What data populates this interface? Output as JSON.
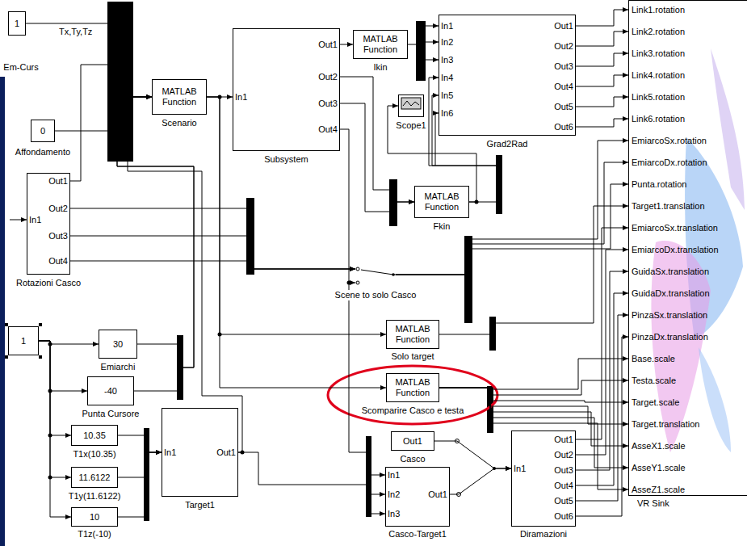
{
  "diagram": {
    "nodes": [
      {
        "text": [
          "1",
          "Em-Curs"
        ]
      },
      {
        "text": [
          "0",
          "Affondamento"
        ]
      },
      {
        "text": [
          "MATLAB Function",
          "Scenario"
        ]
      },
      {
        "text": [
          "In1",
          "Out1",
          "Out2",
          "Out3",
          "Out4",
          "Subsystem"
        ]
      },
      {
        "text": [
          "MATLAB Function",
          "Ikin"
        ]
      },
      {
        "text": [
          "In1",
          "In2",
          "In3",
          "In4",
          "In5",
          "In6",
          "Out1",
          "Out2",
          "Out3",
          "Out4",
          "Out5",
          "Out6",
          "Grad2Rad"
        ]
      },
      {
        "text": [
          "Scope1"
        ]
      },
      {
        "text": [
          "MATLAB Function",
          "Fkin"
        ]
      },
      {
        "text": [
          "In1",
          "Out1",
          "Out2",
          "Out3",
          "Out4",
          "Rotazioni Casco"
        ]
      },
      {
        "text": [
          "Scene to solo Casco"
        ]
      },
      {
        "text": [
          "MATLAB Function",
          "Solo target"
        ]
      },
      {
        "text": [
          "MATLAB Function",
          "Scomparire Casco e testa"
        ]
      },
      {
        "text": [
          "1"
        ]
      },
      {
        "text": [
          "30",
          "Emiarchi"
        ]
      },
      {
        "text": [
          "-40",
          "Punta Cursore"
        ]
      },
      {
        "text": [
          "10.35",
          "T1x(10.35)"
        ]
      },
      {
        "text": [
          "11.6122",
          "T1y(11.6122)"
        ]
      },
      {
        "text": [
          "10",
          "T1z(-10)"
        ]
      },
      {
        "text": [
          "In1",
          "Out1",
          "Target1"
        ]
      },
      {
        "text": [
          "Out1",
          "Casco"
        ]
      },
      {
        "text": [
          "In1",
          "In2",
          "In3",
          "Out1",
          "Casco-Target1"
        ]
      },
      {
        "text": [
          "In1",
          "Out1",
          "Out2",
          "Out3",
          "Out4",
          "Out5",
          "Out6",
          "Diramazioni"
        ]
      },
      {
        "text": [
          "Link1.rotation",
          "Link2.rotation",
          "Link3.rotation",
          "Link4.rotation",
          "Link5.rotation",
          "Link6.rotation",
          "EmiarcoSx.rotation",
          "EmiarcoDx.rotation",
          "Punta.rotation",
          "Target1.translation",
          "EmiarcoSx.translation",
          "EmiarcoDx.translation",
          "GuidaSx.translation",
          "GuidaDx.translation",
          "PinzaSx.translation",
          "PinzaDx.translation",
          "Base.scale",
          "Testa.scale",
          "Target.scale",
          "Target.translation",
          "AsseX1.scale",
          "AsseY1.scale",
          "AsseZ1.scale",
          "VR Sink"
        ]
      }
    ],
    "edges": [
      {
        "from": 0,
        "to": 2,
        "arrow": "to"
      },
      {
        "from": 1,
        "to": 2,
        "arrow": "to"
      },
      {
        "from": 8,
        "to": 2,
        "arrow": "to"
      },
      {
        "from": 13,
        "to": 2,
        "arrow": "to"
      },
      {
        "from": 14,
        "to": 2,
        "arrow": "to"
      },
      {
        "from": 18,
        "to": 2,
        "arrow": "to"
      },
      {
        "from": 2,
        "to": 3,
        "arrow": "to"
      },
      {
        "from": 3,
        "to": 4,
        "arrow": "to"
      },
      {
        "from": 4,
        "to": 5,
        "arrow": "to"
      },
      {
        "from": 3,
        "to": 7,
        "arrow": "to"
      },
      {
        "from": 3,
        "to": 7,
        "arrow": "to"
      },
      {
        "from": 7,
        "to": 5,
        "arrow": "to"
      },
      {
        "from": 7,
        "to": 6,
        "arrow": "to"
      },
      {
        "from": 8,
        "to": 9,
        "arrow": "to"
      },
      {
        "from": 8,
        "to": 9,
        "arrow": "to"
      },
      {
        "from": 8,
        "to": 9,
        "arrow": "to"
      },
      {
        "from": 12,
        "to": 13,
        "arrow": "to"
      },
      {
        "from": 12,
        "to": 14,
        "arrow": "to"
      },
      {
        "from": 12,
        "to": 15,
        "arrow": "to"
      },
      {
        "from": 12,
        "to": 16,
        "arrow": "to"
      },
      {
        "from": 12,
        "to": 17,
        "arrow": "to"
      },
      {
        "from": 15,
        "to": 18,
        "arrow": "to"
      },
      {
        "from": 16,
        "to": 18,
        "arrow": "to"
      },
      {
        "from": 17,
        "to": 18,
        "arrow": "to"
      },
      {
        "from": 2,
        "to": 10,
        "arrow": "to"
      },
      {
        "from": 2,
        "to": 11,
        "arrow": "to"
      },
      {
        "from": 3,
        "to": 20,
        "arrow": "to"
      },
      {
        "from": 18,
        "to": 20,
        "arrow": "to"
      },
      {
        "from": 19,
        "to": 21,
        "arrow": "to"
      },
      {
        "from": 20,
        "to": 21,
        "arrow": "to"
      },
      {
        "from": 5,
        "to": 22,
        "arrow": "to"
      },
      {
        "from": 5,
        "to": 22,
        "arrow": "to"
      },
      {
        "from": 5,
        "to": 22,
        "arrow": "to"
      },
      {
        "from": 5,
        "to": 22,
        "arrow": "to"
      },
      {
        "from": 5,
        "to": 22,
        "arrow": "to"
      },
      {
        "from": 5,
        "to": 22,
        "arrow": "to"
      },
      {
        "from": 9,
        "to": 22,
        "arrow": "to"
      },
      {
        "from": 9,
        "to": 22,
        "arrow": "to"
      },
      {
        "from": 9,
        "to": 22,
        "arrow": "to"
      },
      {
        "from": 10,
        "to": 22,
        "arrow": "to"
      },
      {
        "from": 21,
        "to": 22,
        "arrow": "to"
      },
      {
        "from": 21,
        "to": 22,
        "arrow": "to"
      },
      {
        "from": 21,
        "to": 22,
        "arrow": "to"
      },
      {
        "from": 21,
        "to": 22,
        "arrow": "to"
      },
      {
        "from": 21,
        "to": 22,
        "arrow": "to"
      },
      {
        "from": 21,
        "to": 22,
        "arrow": "to"
      },
      {
        "from": 11,
        "to": 22,
        "arrow": "to"
      },
      {
        "from": 11,
        "to": 22,
        "arrow": "to"
      },
      {
        "from": 11,
        "to": 22,
        "arrow": "to"
      },
      {
        "from": 11,
        "to": 22,
        "arrow": "to"
      },
      {
        "from": 11,
        "to": 22,
        "arrow": "to"
      },
      {
        "from": 11,
        "to": 22,
        "arrow": "to"
      },
      {
        "from": 11,
        "to": 22,
        "arrow": "to"
      }
    ],
    "labels": [
      "Tx,Ty,Tz"
    ]
  }
}
